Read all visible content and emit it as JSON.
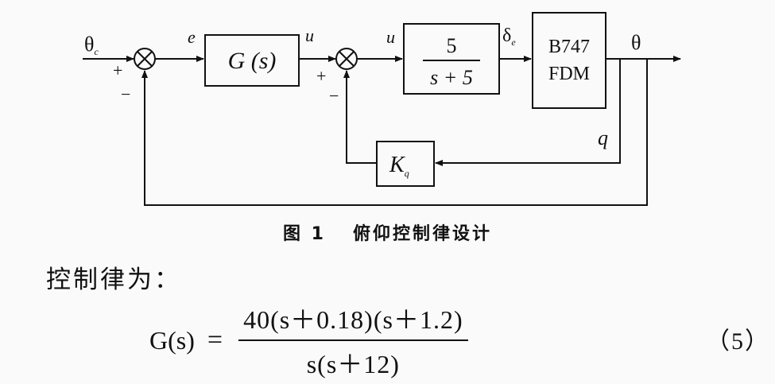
{
  "diagram": {
    "input_theta": "θ",
    "input_sub": "c",
    "sign_plus_1": "+",
    "sign_minus_1": "−",
    "signal_e": "e",
    "block_g": "G (s)",
    "signal_u1": "u",
    "sign_plus_2": "+",
    "sign_minus_2": "−",
    "signal_u2": "u",
    "block_actuator_num": "5",
    "block_actuator_den": "s + 5",
    "signal_delta": "δ",
    "signal_delta_sub": "e",
    "block_plant_line1": "B747",
    "block_plant_line2": "FDM",
    "output_theta": "θ",
    "signal_q": "q",
    "block_kq": "K",
    "block_kq_sub": "q"
  },
  "caption": {
    "figure_label": "图 1",
    "figure_title": "俯仰控制律设计"
  },
  "text": {
    "intro": "控制律为："
  },
  "equation": {
    "lhs": "G(s)",
    "equals": "=",
    "numerator": "40(s＋0.18)(s＋1.2)",
    "denominator": "s(s＋12)",
    "number": "（5）"
  }
}
